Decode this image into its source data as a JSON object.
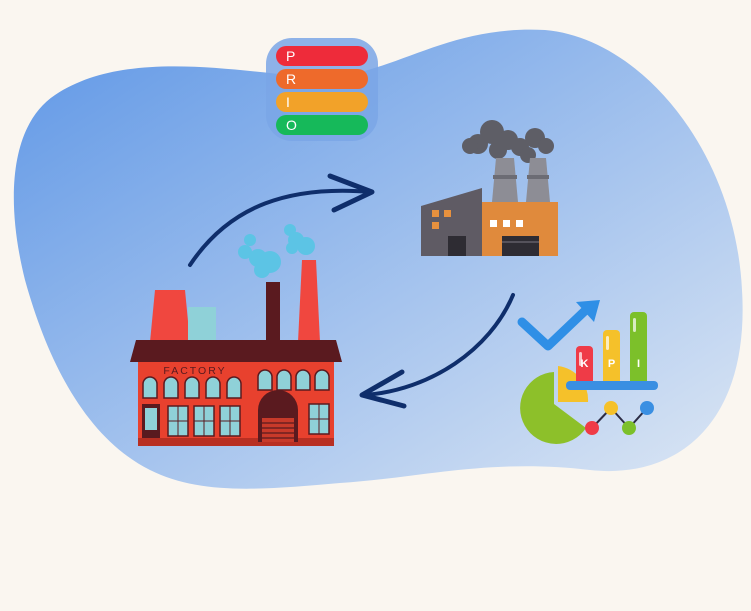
{
  "colors": {
    "background": "#faf6f0",
    "blob_start": "#5f97e6",
    "blob_end": "#d8e4f3",
    "arrow": "#0f2e6b",
    "prio_p": "#ee2b3a",
    "prio_r": "#ee6a2b",
    "prio_i": "#f2a229",
    "prio_o": "#16b95a"
  },
  "prio_card": {
    "rows": [
      {
        "letter": "P",
        "color": "#ee2b3a"
      },
      {
        "letter": "R",
        "color": "#ee6a2b"
      },
      {
        "letter": "I",
        "color": "#f2a229"
      },
      {
        "letter": "O",
        "color": "#16b95a"
      }
    ]
  },
  "factory": {
    "sign": "FACTORY"
  },
  "kpi_chart": {
    "bars": [
      {
        "label": "K",
        "color": "#ef3b47"
      },
      {
        "label": "P",
        "color": "#f5c12a"
      },
      {
        "label": "I",
        "color": "#7cc02a"
      }
    ]
  },
  "icons": {
    "prio_card": "priority-list-icon",
    "modern_factory": "industrial-plant-icon",
    "brick_factory": "factory-icon",
    "kpi": "kpi-chart-icon",
    "arrow_up": "curved-arrow-right-icon",
    "arrow_down": "curved-arrow-left-icon"
  }
}
